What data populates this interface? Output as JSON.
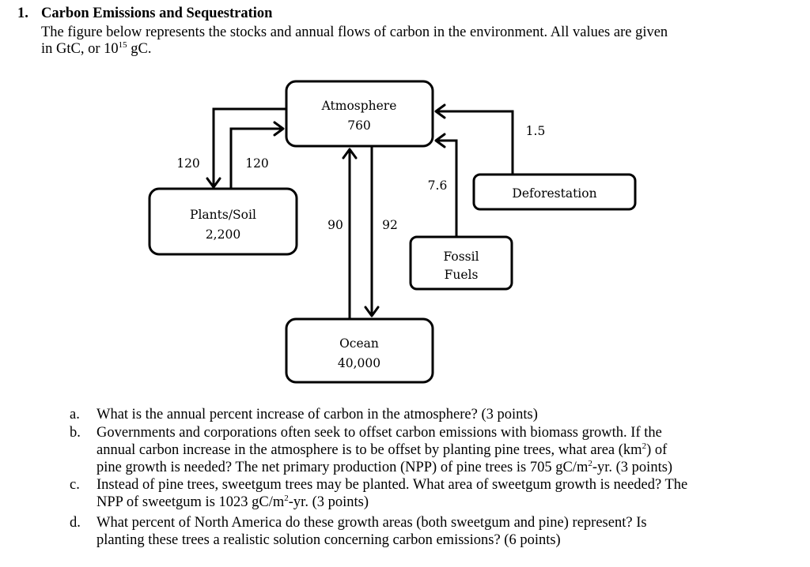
{
  "heading": {
    "number": "1.",
    "title": "Carbon Emissions and Sequestration"
  },
  "intro": {
    "line1": "The figure below represents the stocks and annual flows of carbon in the environment. All values are given",
    "line2_pre": "in GtC, or 10",
    "line2_sup": "15",
    "line2_post": " gC."
  },
  "diagram": {
    "nodes": {
      "atmosphere": {
        "label": "Atmosphere",
        "value": "760"
      },
      "plants": {
        "label": "Plants/Soil",
        "value": "2,200"
      },
      "ocean": {
        "label": "Ocean",
        "value": "40,000"
      },
      "fossil": {
        "label": "Fossil",
        "value": "Fuels"
      },
      "deforestation": {
        "label": "Deforestation"
      }
    },
    "flows": {
      "atm_to_plants": "120",
      "plants_to_atm": "120",
      "ocean_to_atm": "90",
      "atm_to_ocean": "92",
      "fossil_to_atm": "7.6",
      "deforestation_to_atm": "1.5"
    }
  },
  "questions": [
    {
      "letter": "a.",
      "lines": [
        "What is the annual percent increase of carbon in the atmosphere? (3 points)"
      ]
    },
    {
      "letter": "b.",
      "lines": [
        "Governments and corporations often seek to offset carbon emissions with biomass growth. If the",
        "annual carbon increase in the atmosphere is to be offset by planting pine trees, what area (km",
        "pine growth is needed? The net primary production (NPP) of pine trees is 705 gC/m",
        "-yr. (3 points)"
      ]
    },
    {
      "letter": "c.",
      "lines": [
        "Instead of pine trees, sweetgum trees may be planted. What area of sweetgum growth is needed? The",
        "NPP of sweetgum is 1023 gC/m",
        "-yr. (3 points)"
      ]
    },
    {
      "letter": "d.",
      "lines": [
        "What percent of North America do these growth areas (both sweetgum and pine) represent? Is",
        "planting these trees a realistic solution concerning carbon emissions? (6 points)"
      ]
    }
  ],
  "sup2": "2",
  "b_line2_tail": ") of"
}
